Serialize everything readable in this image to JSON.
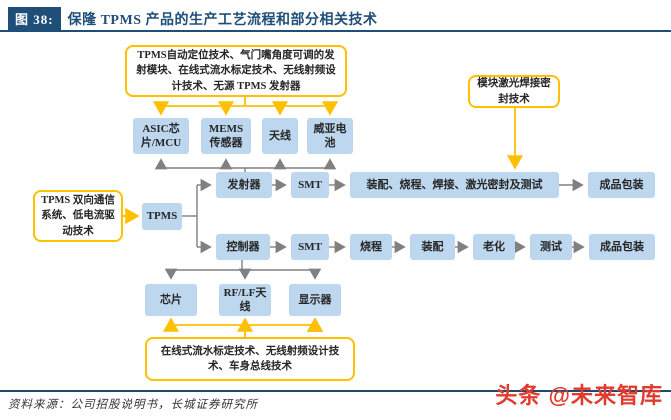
{
  "title": {
    "badge": "图 38:",
    "text": "保隆 TPMS 产品的生产工艺流程和部分相关技术"
  },
  "colors": {
    "accent_navy": "#1F4E79",
    "box_blue": "#BDD7EE",
    "tech_yellow": "#FFC000",
    "arrow_gray": "#808080",
    "watermark_red": "#E13B2F"
  },
  "tech_notes": {
    "top": "TPMS自动定位技术、气门嘴角度可调的发射模块、在线式流水标定技术、无线射频设计技术、无源 TPMS 发射器",
    "right": "模块激光焊接密封技术",
    "left": "TPMS 双向通信系统、低电流驱动技术",
    "bottom": "在线式流水标定技术、无线射频设计技术、车身总线技术"
  },
  "nodes": {
    "tpms": "TPMS",
    "transmitter_components": [
      "ASIC芯片/MCU",
      "MEMS 传感器",
      "天线",
      "威亚电池"
    ],
    "transmitter_flow": [
      "发射器",
      "SMT",
      "装配、烧程、焊接、激光密封及测试",
      "成品包装"
    ],
    "controller_flow": [
      "控制器",
      "SMT",
      "烧程",
      "装配",
      "老化",
      "测试",
      "成品包装"
    ],
    "controller_components": [
      "芯片",
      "RF/LF天线",
      "显示器"
    ]
  },
  "footer": {
    "source": "资料来源：公司招股说明书，长城证券研究所",
    "watermark": "头条 @未来智库"
  }
}
